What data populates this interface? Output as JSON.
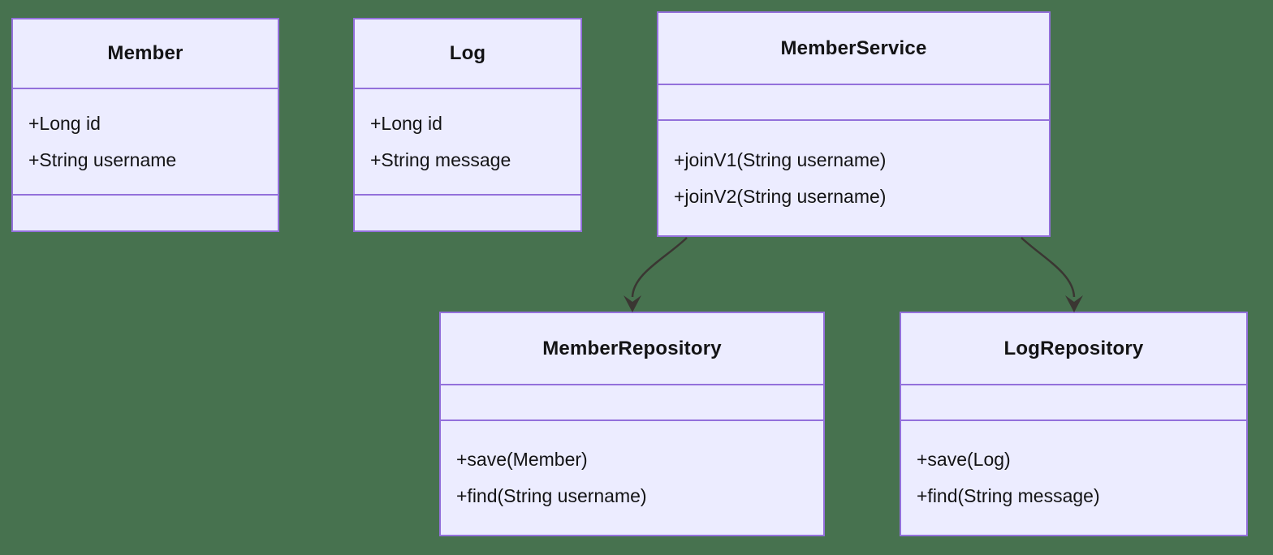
{
  "background_color": "#47724F",
  "colors": {
    "box_fill": "#ECECFF",
    "box_border": "#9370DB",
    "text": "#131315",
    "arrow": "#3A3632"
  },
  "diagram": {
    "type": "uml-class-diagram",
    "classes": [
      {
        "name": "Member",
        "title": "Member",
        "attributes": [
          "+Long id",
          "+String username"
        ],
        "methods": []
      },
      {
        "name": "Log",
        "title": "Log",
        "attributes": [
          "+Long id",
          "+String message"
        ],
        "methods": []
      },
      {
        "name": "MemberService",
        "title": "MemberService",
        "attributes": [],
        "methods": [
          "+joinV1(String username)",
          "+joinV2(String username)"
        ]
      },
      {
        "name": "MemberRepository",
        "title": "MemberRepository",
        "attributes": [],
        "methods": [
          "+save(Member)",
          "+find(String username)"
        ]
      },
      {
        "name": "LogRepository",
        "title": "LogRepository",
        "attributes": [],
        "methods": [
          "+save(Log)",
          "+find(String message)"
        ]
      }
    ],
    "relations": [
      {
        "from": "MemberService",
        "to": "MemberRepository",
        "type": "dependency-arrow"
      },
      {
        "from": "MemberService",
        "to": "LogRepository",
        "type": "dependency-arrow"
      }
    ]
  }
}
